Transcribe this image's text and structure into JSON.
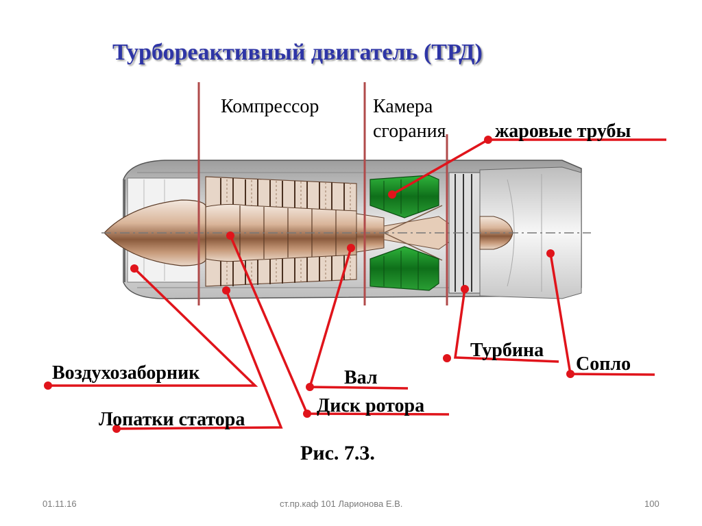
{
  "title": "Турбореактивный двигатель (ТРД)",
  "sections": {
    "compressor": "Компрессор",
    "chamber_line1": "Камера",
    "chamber_line2": "сгорания"
  },
  "labels": {
    "flame_tubes": "жаровые трубы",
    "turbine": "Турбина",
    "nozzle": "Сопло",
    "air_intake": "Воздухозаборник",
    "shaft": "Вал",
    "rotor_disk": "Диск ротора",
    "stator_blades": "Лопатки статора"
  },
  "caption": "Рис. 7.3.",
  "footer": {
    "date": "01.11.16",
    "author": "ст.пр.каф 101 Ларионова Е.В.",
    "page": "100"
  },
  "colors": {
    "title": "#2e35a6",
    "leader": "#e0141b",
    "divider": "#b04a4a",
    "combustor": "#1f8a2a",
    "metal": "#c9a88f"
  }
}
